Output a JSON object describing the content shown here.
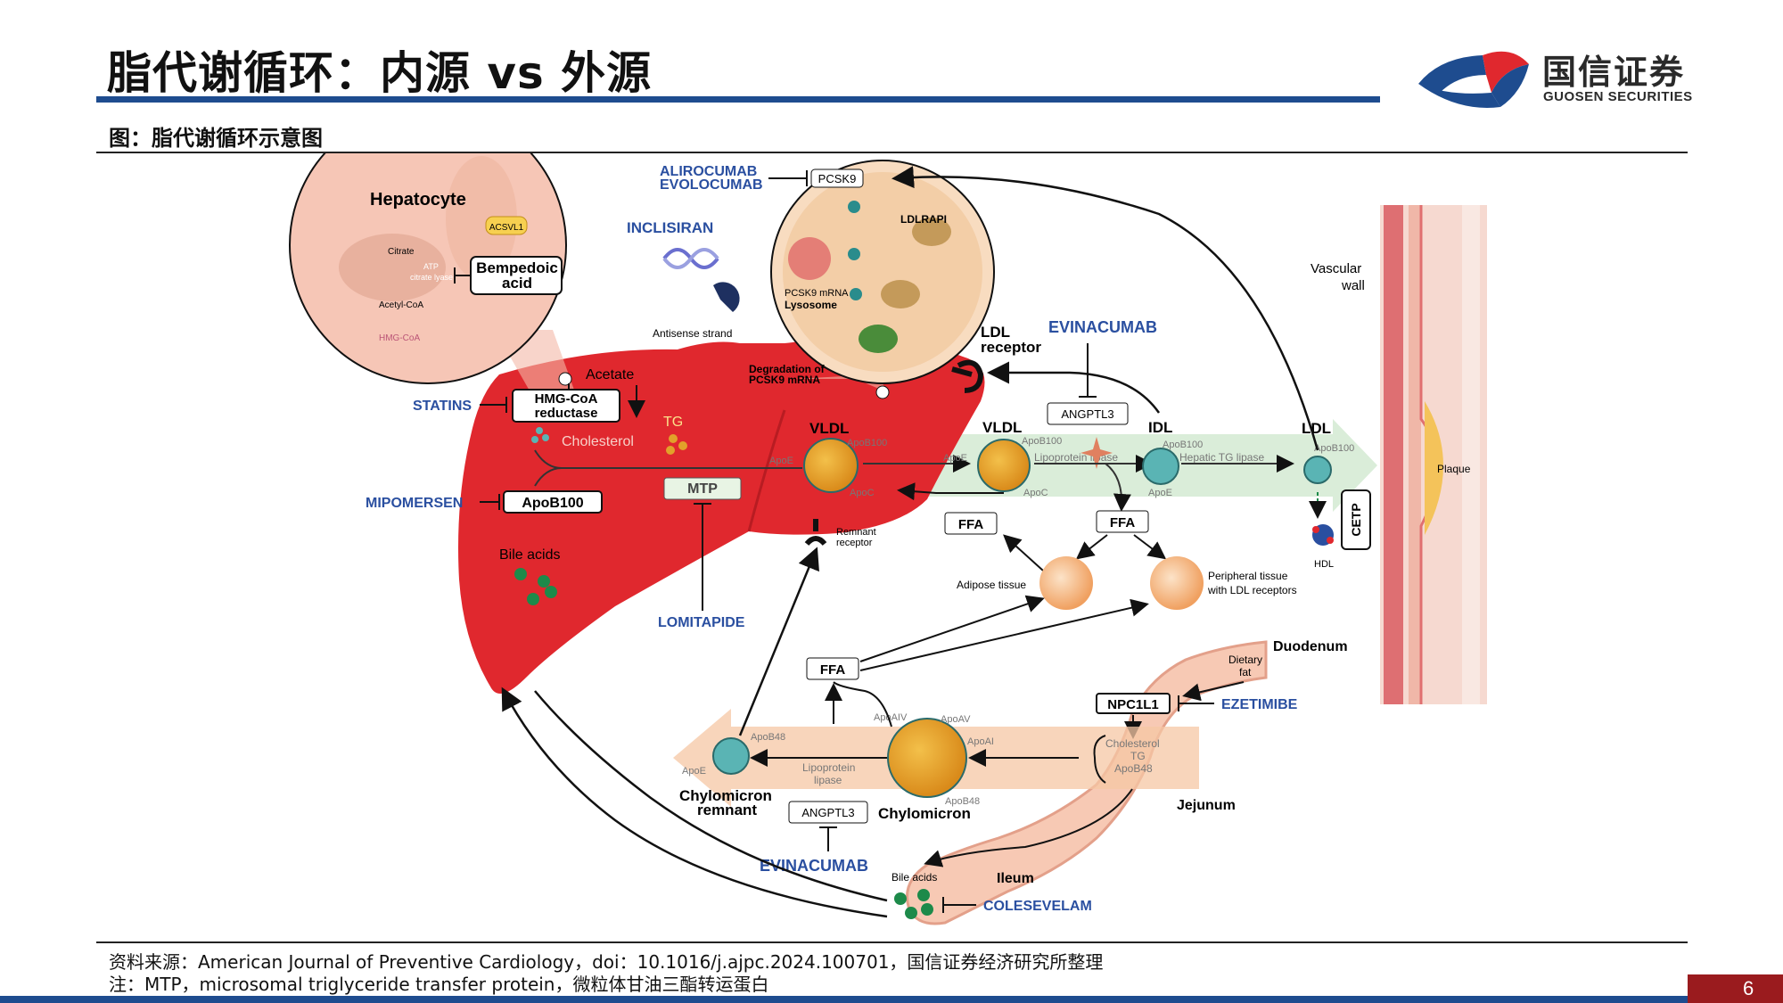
{
  "header": {
    "title": "脂代谢循环：内源 vs 外源",
    "logo_cn": "国信证券",
    "logo_en": "GUOSEN SECURITIES"
  },
  "figure": {
    "caption": "图：脂代谢循环示意图",
    "labels": {
      "hepatocyte": "Hepatocyte",
      "acsvl1": "ACSVL1",
      "citrate": "Citrate",
      "atp_line1": "ATP",
      "atp_line2": "citrate lyase",
      "acetyl_coa": "Acetyl-CoA",
      "hmg_coa": "HMG-CoA",
      "bempedoic1": "Bempedoic",
      "bempedoic2": "acid",
      "alirocumab": "ALIROCUMAB",
      "evolocumab": "EVOLOCUMAB",
      "pcsk9": "PCSK9",
      "ldlrapi": "LDLRAPI",
      "inclisiran": "INCLISIRAN",
      "pcsk9_mrna": "PCSK9 mRNA",
      "lysosome": "Lysosome",
      "antisense": "Antisense strand",
      "degradation1": "Degradation of",
      "degradation2": "PCSK9 mRNA",
      "ldl_receptor1": "LDL",
      "ldl_receptor2": "receptor",
      "evinacumab_top": "EVINACUMAB",
      "angptl3_top": "ANGPTL3",
      "acetate": "Acetate",
      "statins": "STATINS",
      "hmg_reductase1": "HMG-CoA",
      "hmg_reductase2": "reductase",
      "tg": "TG",
      "cholesterol": "Cholesterol",
      "mipomersen": "MIPOMERSEN",
      "apob100": "ApoB100",
      "mtp": "MTP",
      "bile_acids_liver": "Bile acids",
      "lomitapide": "LOMITAPIDE",
      "remnant1": "Remnant",
      "remnant2": "receptor",
      "vldl1": "VLDL",
      "apob100_a": "ApoB100",
      "apoe_a": "ApoE",
      "apoc_a": "ApoC",
      "vldl2": "VLDL",
      "apob100_b": "ApoB100",
      "apoe_b": "ApoE",
      "apoc_b": "ApoC",
      "lpl": "Lipoprotein lipase",
      "idl": "IDL",
      "apob100_c": "ApoB100",
      "apoe_c": "ApoE",
      "hepatic_tg": "Hepatic TG lipase",
      "ldl": "LDL",
      "apob100_d": "ApoB100",
      "vascular1": "Vascular",
      "vascular2": "wall",
      "plaque": "Plaque",
      "cetp": "CETP",
      "hdl": "HDL",
      "ffa1": "FFA",
      "ffa2": "FFA",
      "ffa3": "FFA",
      "adipose": "Adipose tissue",
      "peripheral1": "Peripheral tissue",
      "peripheral2": "with LDL receptors",
      "duodenum": "Duodenum",
      "dietary1": "Dietary",
      "dietary2": "fat",
      "npc1l1": "NPC1L1",
      "ezetimibe": "EZETIMIBE",
      "chol_intest": "Cholesterol",
      "tg_intest": "TG",
      "apob48_intest": "ApoB48",
      "apoaiv": "ApoAIV",
      "apoav": "ApoAV",
      "apoai": "ApoAI",
      "apob48_chylo": "ApoB48",
      "apob48_rem": "ApoB48",
      "apoe_rem": "ApoE",
      "lpl2_1": "Lipoprotein",
      "lpl2_2": "lipase",
      "chylo_rem1": "Chylomicron",
      "chylo_rem2": "remnant",
      "chylomicron": "Chylomicron",
      "angptl3_bottom": "ANGPTL3",
      "evinacumab_bottom": "EVINACUMAB",
      "jejunum": "Jejunum",
      "bile_acids_gut": "Bile acids",
      "ileum": "Ileum",
      "colesevelam": "COLESEVELAM"
    }
  },
  "footer": {
    "source": "资料来源：American Journal of Preventive Cardiology，doi：10.1016/j.ajpc.2024.100701，国信证券经济研究所整理",
    "note": "注：MTP，microsomal triglyceride transfer protein，微粒体甘油三酯转运蛋白",
    "page": "6"
  },
  "colors": {
    "brand_blue": "#1e4c8f",
    "brand_red": "#9a1b1e",
    "drug_blue": "#2a4fa0",
    "liver": "#e0282e"
  }
}
